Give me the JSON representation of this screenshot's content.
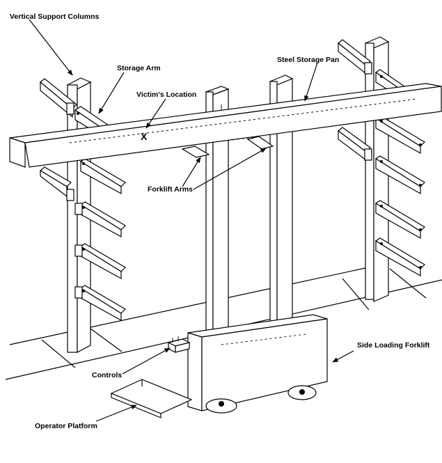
{
  "labels": {
    "vertical_support_columns": "Vertical Support Columns",
    "storage_arm": "Storage Arm",
    "victims_location": "Victim's Location",
    "steel_storage_pan": "Steel Storage Pan",
    "forklift_arms": "Forklift Arms",
    "side_loading_forklift": "Side Loading Forklift",
    "controls": "Controls",
    "operator_platform": "Operator Platform"
  },
  "marker": "X"
}
